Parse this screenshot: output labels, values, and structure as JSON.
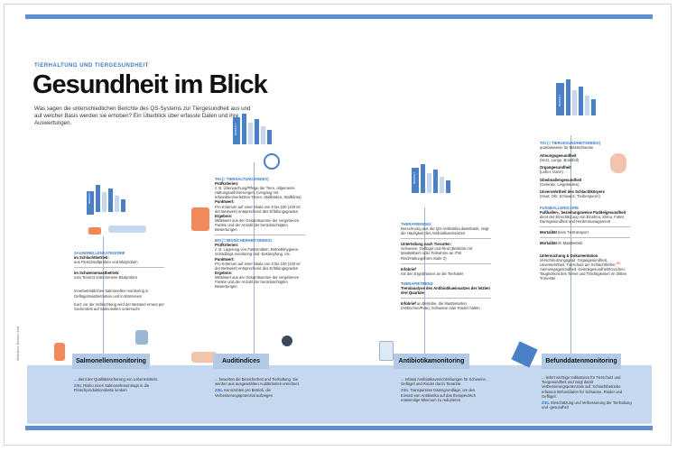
{
  "kicker": "TIERHALTUNG UND TIERGESUNDHEIT",
  "title": "Gesundheit im Blick",
  "intro": "Was sagen die unterschiedlichen Berichte des QS-Systems zur Tiergesundheit aus und auf welcher Basis werden sie erhoben? Ein Überblick über erfasste Daten und ihre Auswertungen.",
  "credit": "Illustration: Barbara Wolf",
  "report_label": "BERICHT",
  "tabs": {
    "salmonellen": "Salmonellenmonitoring",
    "audit": "Auditindices",
    "antibiotika": "Antibiotikamonitoring",
    "befund": "Befunddatenmonitoring"
  },
  "col1": {
    "h1": "SALMONELLENKATEGORIE",
    "l1": "im Schlachtbetrieb:",
    "t1": "aus Fleischsaftproben und Blutproben",
    "l2": "im Schweinemastbetrieb:",
    "t2": "vom Tierarzt entnommene Blutproben",
    "t3": "Innerbetriebliches Salmonellen monitoring in Geflügelmastbetrieben und in Brütereien",
    "t4": "Kurz vor der Schlachtung wird der Bestand erneut per Sockentest auf Salmonellen untersucht"
  },
  "col2": {
    "h1": "THI (= TIERHALTUNGSINDEX)",
    "p1": "Prüfkriterien:",
    "t1": "z. B. Überwachung/Pflege der Tiere, allgemeine Haltungsanforderungen, (Umgang mit erkrankten/verletzten Tieren, Stallböden, Stallklima)",
    "p2": "Punktwert:",
    "t2": "Pro Kriterium auf einer Skala von 0 bis 100 (100 ist der Bestwert) entsprechend des Erfüllungsgrades",
    "p3": "Ergebnis:",
    "t3": "Mittelwert aus der Gesamtsumme der vergebenen Punkte und der Anzahl der berücksichtigten Bewertungen",
    "h2": "BSI (= BIOSICHERHEITSINDEX)",
    "p4": "Prüfkriterien:",
    "t4": "z. B. Lagerung von Futtermitteln, Betriebshygiene, Schädlings monitoring und -bekämpfung, etc.",
    "p5": "Punktwert:",
    "t5": "Pro Kriterium auf einer Skala von 0 bis 100 (100 ist der Bestwert) entsprechend des Erfüllungsgrades",
    "p6": "Ergebnis:",
    "t6": "Mittelwert aus der Gesamtsumme der vergebenen Punkte und der Anzahl der berücksichtigten Bewertungen"
  },
  "col3": {
    "h1": "THERAPIEINDEX",
    "t1": "Berechnung aus der QS-Antibiotika datenbank, zeigt die Häufigkeit des Antibiotikaeinsatzes",
    "l1": "Unterteilung nach Tierarten:",
    "t2": "Schweine, Geflügel und Rind (Betriebe mit Mastkälbern oder Teilnahme an ITW Rind/Haltungsform Stufe 2)",
    "l2": "Infobrief",
    "t3": "mit den Ergebnissen an die Tierhalter",
    "h2": "THERAPIETREND",
    "l3": "Trendanalyse des Antibiotikaeinsatzes der letzten drei Quartale",
    "l4": "Infobrief",
    "t4": "an Betriebe, die Masttierarten (Hähnchen/Pute), Schweine oder Rinder halten"
  },
  "col4": {
    "h1": "TGI (= TIERGESUNDHEITSINDEX)",
    "t1": "quartalsweise für Mastschweine",
    "l1": "Atmungsgesundheit",
    "t2": "(Herz, Lunge, Brustfell)",
    "l2": "Organgesundheit",
    "t3": "(Leber, Darm)",
    "l3": "Gliedmaßengesundheit",
    "t4": "(Gelenke, Liegebeulen)",
    "l4": "Unversehrtheit des Schlachtkörpers",
    "t5": "(Haut, Ohr, Schwanz, Treibespuren)",
    "h2": "FUSSBALLENSCORE",
    "l5": "Fußballen-, beziehungsweise Paddelgesundheit",
    "t6": "dient der Einschätzung von Einstreu, Klima, Futter, Darmgesundheit und Herdenmanagement",
    "l6": "Mortalität",
    "t7": "beim Tiertransport",
    "l7": "Mortalität",
    "t8": "im Mastbetrieb",
    "l8": "Untersuchung & Dokumentation",
    "t9": "Verschmutzungsgrad, Organgesundheit, Unversehrtheit, Tierschutz am Schlachthöfen, Atemwegsgesundheit, Gelenkgesundheit/Knochen, Tauglichkeit des Tieres und Trächtigkeiten im dritten Trimester"
  },
  "bottom": {
    "b1a": "... dient der Qualitätssicherung von Lebensmitteln.",
    "b1z": "ZIEL",
    "b1b": "Risiko eines Salmonelleneintrags in die Fleischproduktionskette senken",
    "b2a": "... bewerten die Biosicherheit und Tierhaltung. Sie werden aus ausgewählten Auditkriterien errechnet.",
    "b2z": "ZIEL",
    "b2b": "Kennzahlen pro Betrieb, die Verbesserungspotenzial aufzeigen",
    "b3a": "... erfasst Antibiotikaverschreibungen für Schweine, Geflügel und Rinder durch Tierärzte.",
    "b3z": "ZIEL",
    "b3b": "Transparente Datengrundlage, um den Einsatz von Antibiotika auf das therapeutisch notwendige Minimum zu reduzieren",
    "b4a": "... liefert wichtige Indikatoren für Tierschutz und Tiergesundheit und zeigt damit Verbesserungspotenziale auf. Schlachtbetriebe erfassen Befunddaten für Schweine, Rinder und Geflügel.",
    "b4z": "ZIEL",
    "b4b": "Einschätzung und Verbesserung der Tierhaltung und -gesundheit"
  },
  "colors": {
    "accent": "#3a7bc8",
    "band": "#c6d8ef",
    "tab": "#b3cae6",
    "bar": "#4a80c6",
    "icon_orange": "#f08a5d"
  }
}
